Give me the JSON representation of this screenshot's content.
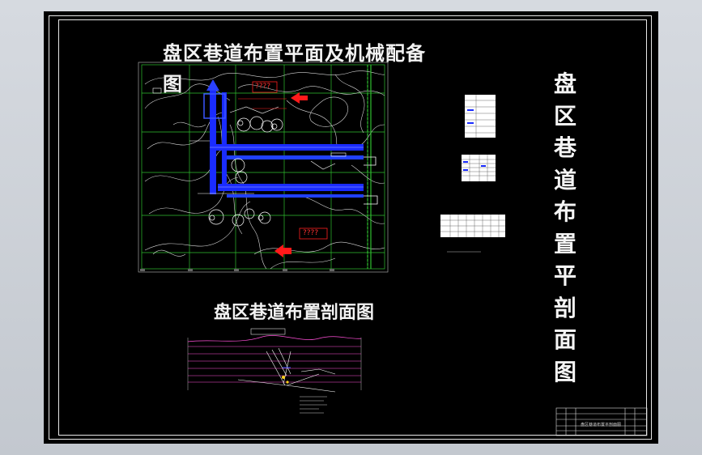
{
  "plan": {
    "title_line1": "盘区巷道布置平面及机械配备",
    "title_line2": "图",
    "annotation_1": "????",
    "annotation_2": "????"
  },
  "section": {
    "title": "盘区巷道布置剖面图"
  },
  "vertical_title": [
    "盘",
    "区",
    "巷",
    "道",
    "布",
    "置",
    "平",
    "剖",
    "面",
    "图"
  ],
  "title_block": {
    "drawing_name": "盘区巷道布置平剖面图"
  },
  "colors": {
    "background": "#000000",
    "roadway": "#1a2cff",
    "grid": "#2fbf2f",
    "arrow": "#ff1a1a",
    "frame": "#e8e8e8"
  }
}
